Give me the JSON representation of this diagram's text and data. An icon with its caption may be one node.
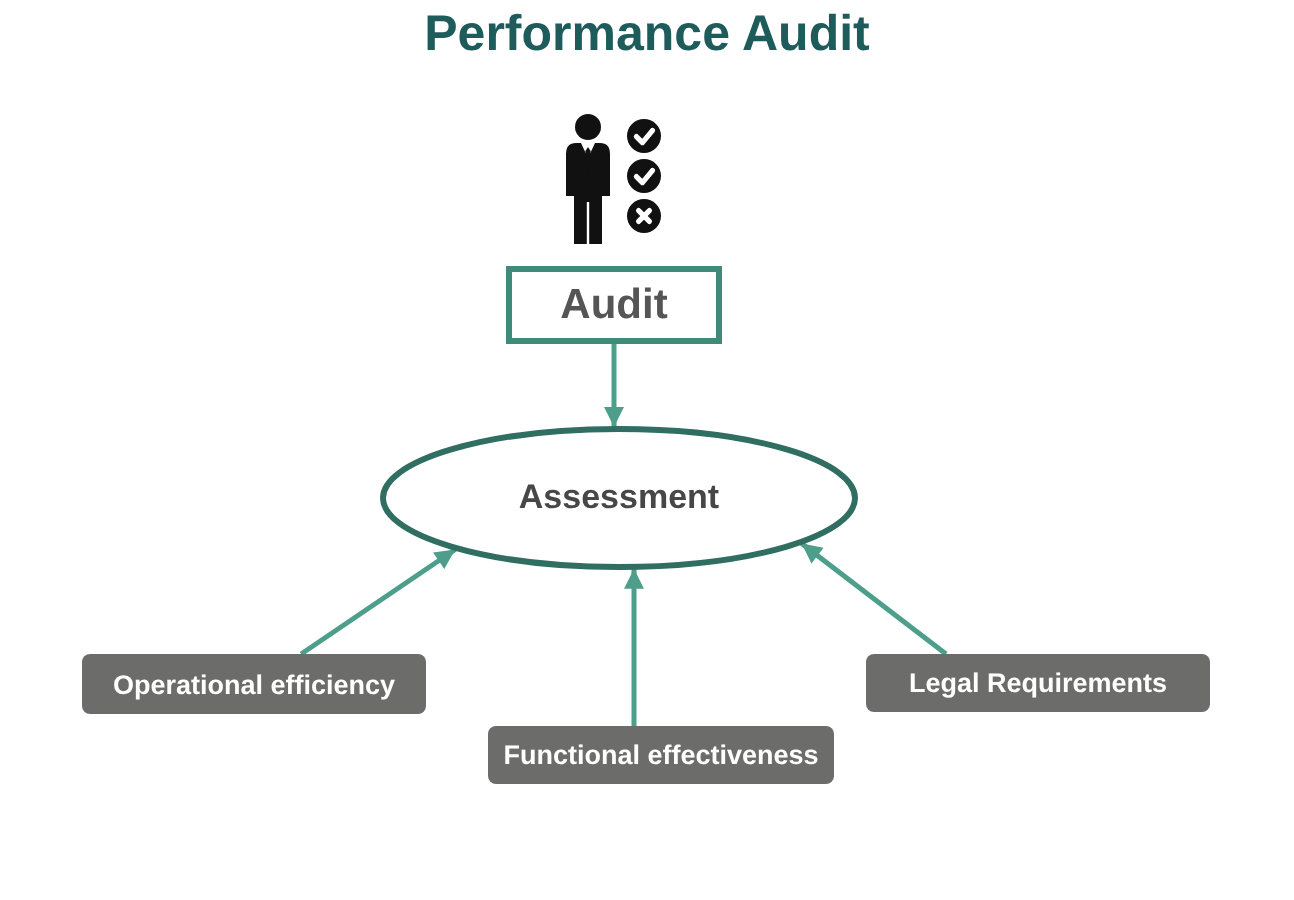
{
  "diagram": {
    "title": "Performance Audit",
    "nodes": [
      {
        "text": [
          "Audit"
        ]
      },
      {
        "text": [
          "Assessment"
        ]
      },
      {
        "text": [
          "Operational efficiency"
        ]
      },
      {
        "text": [
          "Functional effectiveness"
        ]
      },
      {
        "text": [
          "Legal Requirements"
        ]
      }
    ],
    "edges": [
      {
        "from": 0,
        "to": 1,
        "arrow": "to"
      },
      {
        "from": 2,
        "to": 1,
        "arrow": "to"
      },
      {
        "from": 3,
        "to": 1,
        "arrow": "to"
      },
      {
        "from": 4,
        "to": 1,
        "arrow": "to"
      }
    ]
  }
}
